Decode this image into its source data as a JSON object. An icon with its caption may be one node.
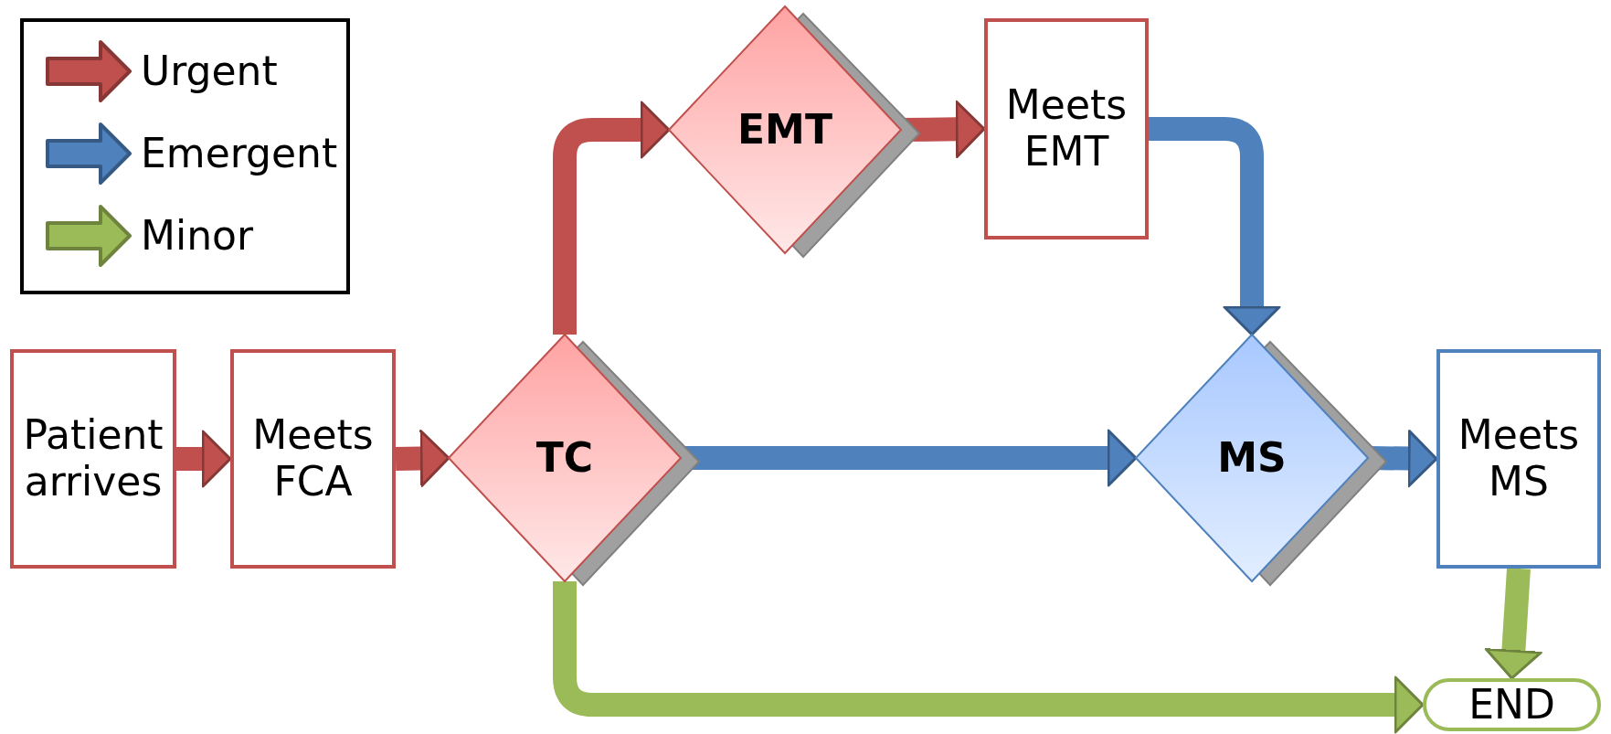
{
  "diagram": {
    "nodes": [
      {
        "text": [
          "Patient arrives"
        ]
      },
      {
        "text": [
          "Meets FCA"
        ]
      },
      {
        "text": [
          "TC"
        ]
      },
      {
        "text": [
          "EMT"
        ]
      },
      {
        "text": [
          "Meets EMT"
        ]
      },
      {
        "text": [
          "MS"
        ]
      },
      {
        "text": [
          "Meets MS"
        ]
      },
      {
        "text": [
          "END"
        ]
      }
    ],
    "edges": [
      {
        "from": 0,
        "to": 1,
        "arrow": "to"
      },
      {
        "from": 1,
        "to": 2,
        "arrow": "to"
      },
      {
        "from": 2,
        "to": 3,
        "arrow": "to"
      },
      {
        "from": 3,
        "to": 4,
        "arrow": "to"
      },
      {
        "from": 4,
        "to": 5,
        "arrow": "to",
        "color": "#4f81bd"
      },
      {
        "from": 2,
        "to": 5,
        "arrow": "to",
        "color": "#4f81bd"
      },
      {
        "from": 5,
        "to": 6,
        "arrow": "to",
        "color": "#4f81bd"
      },
      {
        "from": 6,
        "to": 7,
        "arrow": "to",
        "color": "#9bbb59"
      },
      {
        "from": 2,
        "to": 7,
        "arrow": "to",
        "color": "#9bbb59"
      }
    ],
    "legend": [
      {
        "text": "Urgent",
        "color": "#c0504d"
      },
      {
        "text": "Emergent",
        "color": "#4f81bd"
      },
      {
        "text": "Minor",
        "color": "#9bbb59"
      }
    ]
  }
}
